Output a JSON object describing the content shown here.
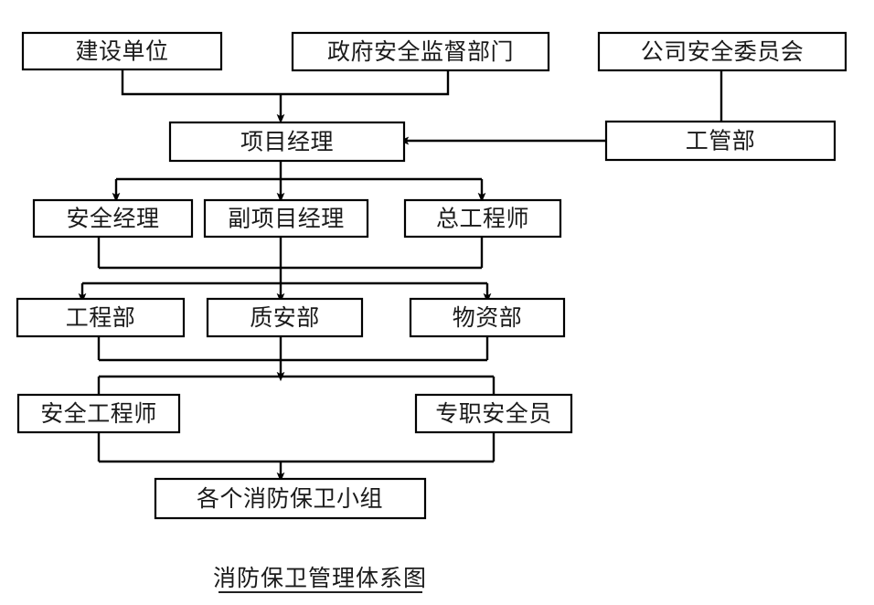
{
  "diagram": {
    "type": "flowchart",
    "caption": "消防保卫管理体系图",
    "caption_underlined": true,
    "colors": {
      "background": "#ffffff",
      "box_fill": "#ffffff",
      "box_stroke": "#000000",
      "text": "#1a1a1a",
      "connector": "#000000"
    },
    "nodes": [
      {
        "id": "n1",
        "label": "建设单位",
        "level": 1
      },
      {
        "id": "n2",
        "label": "政府安全监督部门",
        "level": 1
      },
      {
        "id": "n3",
        "label": "公司安全委员会",
        "level": 1
      },
      {
        "id": "n4",
        "label": "工管部",
        "level": 2
      },
      {
        "id": "n5",
        "label": "项目经理",
        "level": 2
      },
      {
        "id": "n6",
        "label": "安全经理",
        "level": 3
      },
      {
        "id": "n7",
        "label": "副项目经理",
        "level": 3
      },
      {
        "id": "n8",
        "label": "总工程师",
        "level": 3
      },
      {
        "id": "n9",
        "label": "工程部",
        "level": 4
      },
      {
        "id": "n10",
        "label": "质安部",
        "level": 4
      },
      {
        "id": "n11",
        "label": "物资部",
        "level": 4
      },
      {
        "id": "n12",
        "label": "安全工程师",
        "level": 5
      },
      {
        "id": "n13",
        "label": "专职安全员",
        "level": 5
      },
      {
        "id": "n14",
        "label": "各个消防保卫小组",
        "level": 6
      }
    ],
    "edges": [
      {
        "from": "n1",
        "to": "n5",
        "arrow": true
      },
      {
        "from": "n2",
        "to": "n5",
        "arrow": true
      },
      {
        "from": "n3",
        "to": "n4",
        "arrow": false
      },
      {
        "from": "n4",
        "to": "n5",
        "arrow": true
      },
      {
        "from": "n5",
        "to": "n6",
        "arrow": true
      },
      {
        "from": "n5",
        "to": "n7",
        "arrow": true
      },
      {
        "from": "n5",
        "to": "n8",
        "arrow": true
      },
      {
        "from": "n6",
        "to": "n9",
        "arrow": true
      },
      {
        "from": "n7",
        "to": "n10",
        "arrow": true
      },
      {
        "from": "n8",
        "to": "n11",
        "arrow": true
      },
      {
        "from": "n9",
        "to": "n12",
        "arrow": false
      },
      {
        "from": "n10",
        "to": "n13",
        "arrow": true
      },
      {
        "from": "n11",
        "to": "n13",
        "arrow": false
      },
      {
        "from": "n12",
        "to": "n14",
        "arrow": true
      },
      {
        "from": "n13",
        "to": "n14",
        "arrow": true
      }
    ]
  }
}
